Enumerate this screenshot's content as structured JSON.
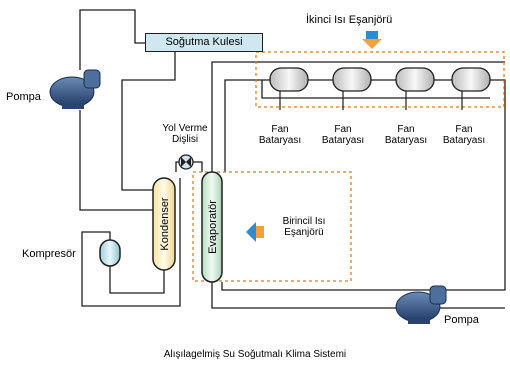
{
  "cooling_tower_label": "Soğutma Kulesi",
  "secondary_exchanger_label": "İkinci Isı Eşanjörü",
  "pump_left_label": "Pompa",
  "pump_right_label": "Pompa",
  "expansion_valve_label_line1": "Yol Verme",
  "expansion_valve_label_line2": "Dişlisi",
  "fan_coil_label_line1": "Fan",
  "fan_coil_label_line2": "Bataryası",
  "primary_exchanger_label_line1": "Birincil Isı",
  "primary_exchanger_label_line2": "Eşanjörü",
  "compressor_label": "Kompresör",
  "condenser_label": "Kondenser",
  "evaporator_label": "Evaporatör",
  "caption": "Alışılagelmiş Su Soğutmalı Klima Sistemi",
  "colors": {
    "line": "#1f1f1f",
    "dashed_border": "#e07b1a",
    "tower_fill": "#cfe8f0",
    "condenser_fill": "#fdf0c8",
    "evaporator_fill": "#d9ecd9",
    "arrow_blue": "#2e8bd0",
    "arrow_orange": "#f2a23a"
  },
  "icons": [
    "pump-icon",
    "expansion-valve-icon",
    "compressor-icon",
    "fan-coil-icon",
    "flow-arrow-icon"
  ]
}
